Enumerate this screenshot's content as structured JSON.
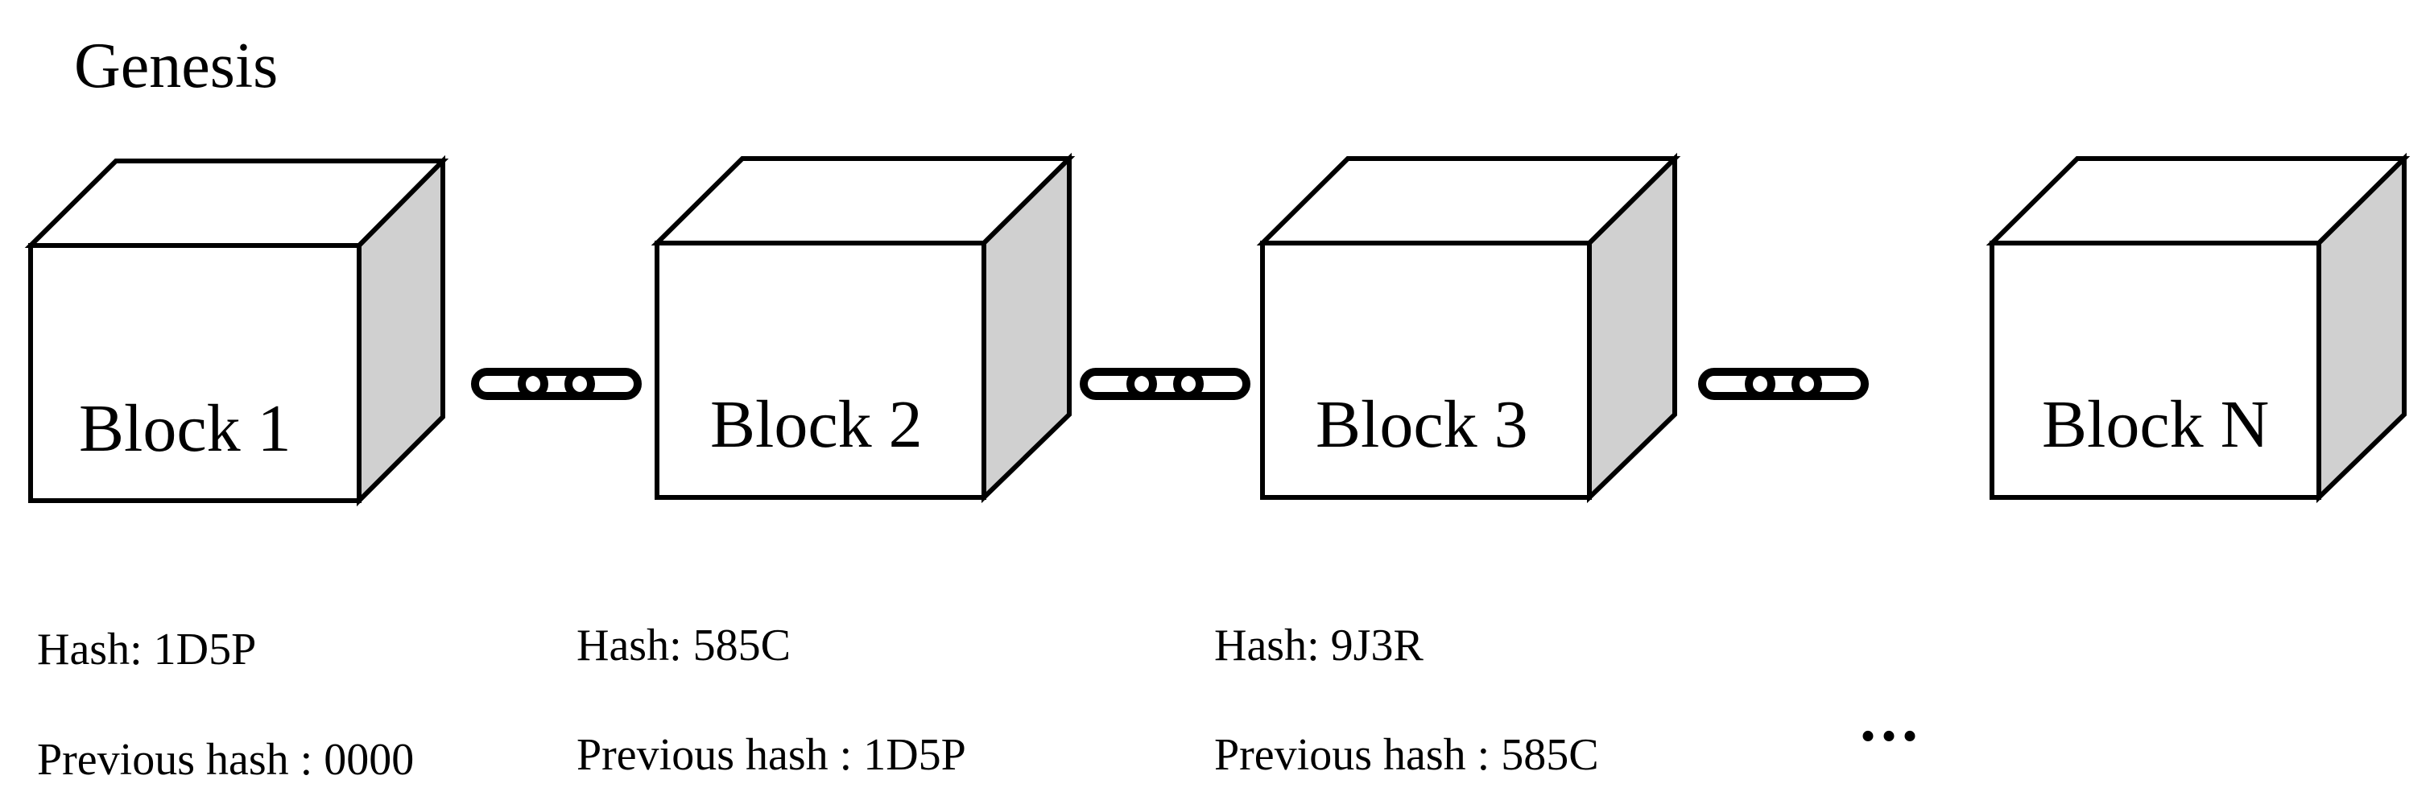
{
  "title": "Genesis",
  "blocks": [
    {
      "label": "Block 1",
      "hash": "Hash: 1D5P",
      "previous_hash": "Previous hash : 0000"
    },
    {
      "label": "Block 2",
      "hash": "Hash: 585C",
      "previous_hash": "Previous hash : 1D5P"
    },
    {
      "label": "Block 3",
      "hash": "Hash: 9J3R",
      "previous_hash": "Previous hash : 585C"
    },
    {
      "label": "Block N"
    }
  ],
  "ellipsis": "...",
  "colors": {
    "stroke": "#000000",
    "side_fill": "#d0d0d0",
    "face_fill": "#ffffff"
  },
  "icons": [
    "chain-link-icon",
    "chain-link-icon",
    "chain-link-icon"
  ]
}
